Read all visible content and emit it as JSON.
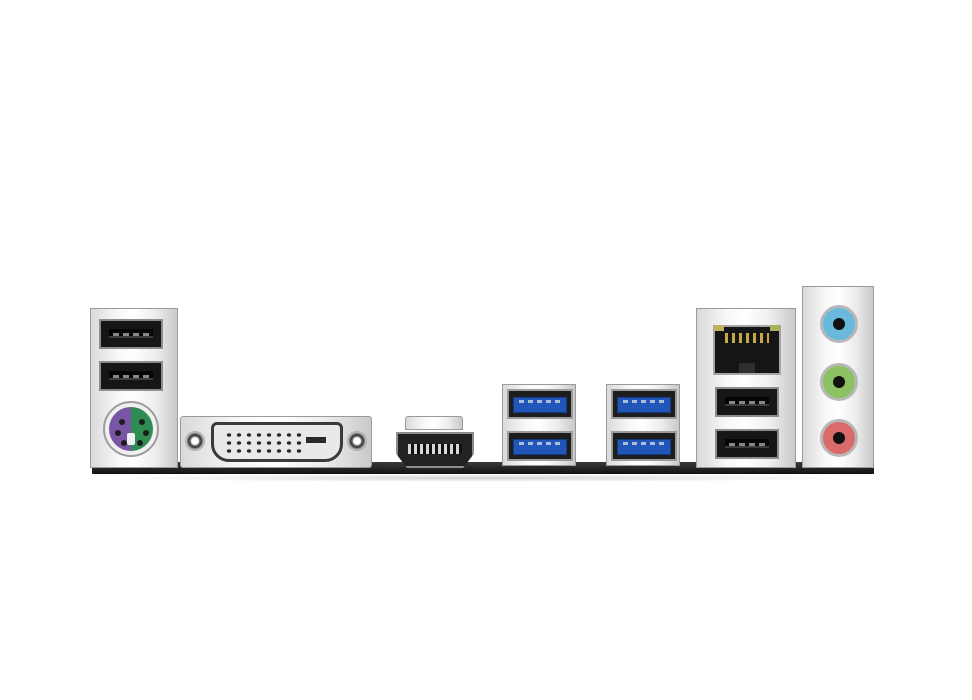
{
  "image": {
    "subject": "rear-io-panel",
    "background_color": "#ffffff"
  },
  "ports": {
    "left_usb": {
      "icon": "usb-a-port-icon",
      "count": 2
    },
    "ps2": {
      "icon": "ps2-port-icon",
      "colors": [
        "#7a55a5",
        "#2f8d53"
      ]
    },
    "dvi": {
      "icon": "dvi-port-icon"
    },
    "hdmi": {
      "icon": "hdmi-port-icon"
    },
    "usb3_left_stack": {
      "icon": "usb3-port-icon",
      "count": 2,
      "color": "#1f56b8"
    },
    "usb3_right_stack": {
      "icon": "usb3-port-icon",
      "count": 2,
      "color": "#1f56b8"
    },
    "lan": {
      "icon": "rj45-port-icon"
    },
    "right_usb": {
      "icon": "usb-a-port-icon",
      "count": 2
    },
    "audio": {
      "icon": "audio-jack-icon",
      "jacks": [
        {
          "name": "line-in",
          "color": "#69b9dd"
        },
        {
          "name": "line-out",
          "color": "#8cc262"
        },
        {
          "name": "mic",
          "color": "#db6b6b"
        }
      ]
    }
  }
}
